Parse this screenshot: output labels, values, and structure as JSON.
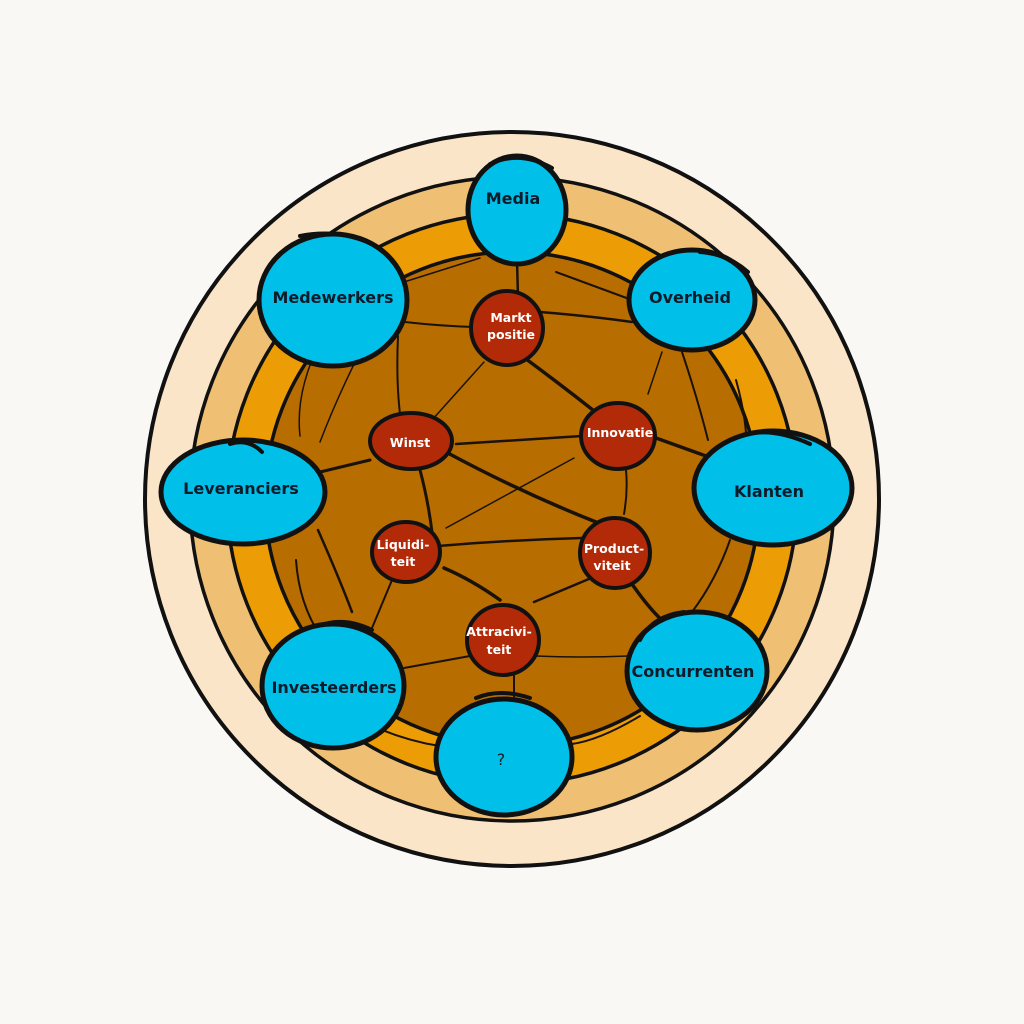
{
  "diagram": {
    "colors": {
      "background": "#f9f8f4",
      "ring_outer": "#fae5c8",
      "ring_mid": "#efbf74",
      "ring_inner": "#ec9c05",
      "core": "#b86d00",
      "outline": "#111111",
      "stakeholder_fill": "#00bfe9",
      "factor_fill": "#b32a08"
    },
    "stakeholders": [
      {
        "id": "media",
        "label": "Media"
      },
      {
        "id": "overheid",
        "label": "Overheid"
      },
      {
        "id": "klanten",
        "label": "Klanten"
      },
      {
        "id": "concurrenten",
        "label": "Concurrenten"
      },
      {
        "id": "unknown",
        "label": "?"
      },
      {
        "id": "investeerders",
        "label": "Investeerders"
      },
      {
        "id": "leveranciers",
        "label": "Leveranciers"
      },
      {
        "id": "medewerkers",
        "label": "Medewerkers"
      }
    ],
    "factors": [
      {
        "id": "marktpositie",
        "lines": [
          "Markt",
          "positie"
        ]
      },
      {
        "id": "innovatie",
        "lines": [
          "Innovatie"
        ]
      },
      {
        "id": "winst",
        "lines": [
          "Winst"
        ]
      },
      {
        "id": "liquiditeit",
        "lines": [
          "Liquidi-",
          "teit"
        ]
      },
      {
        "id": "productiviteit",
        "lines": [
          "Product-",
          "viteit"
        ]
      },
      {
        "id": "attractiviteit",
        "lines": [
          "Attracivi-",
          "teit"
        ]
      }
    ]
  }
}
